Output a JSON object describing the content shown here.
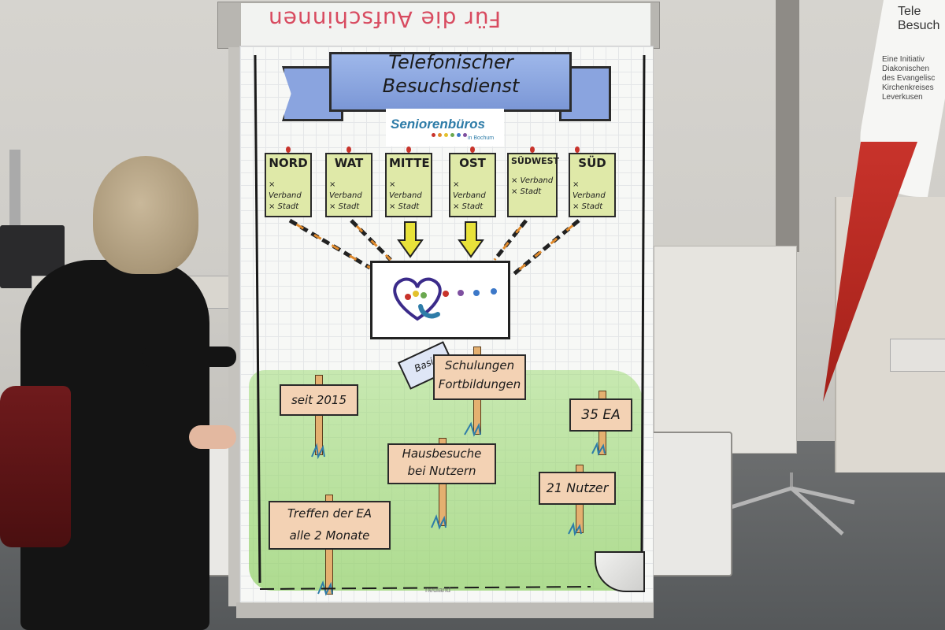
{
  "background": {
    "banner": {
      "title_lines": [
        "Tele",
        "Besuch"
      ],
      "subtitle_lines": [
        "Eine Initiativ",
        "Diakonischen",
        "des Evangelisc",
        "Kirchenkreises",
        "Leverkusen"
      ]
    }
  },
  "flipchart": {
    "top_sheet_text": "Für die Aufschinnen",
    "title_line1": "Telefonischer",
    "title_line2": "Besuchsdienst",
    "logo": {
      "name": "Seniorenbüros",
      "subtitle": "in Bochum",
      "dot_colors": [
        "#c8332b",
        "#e08a2c",
        "#e3c12c",
        "#6aa84f",
        "#3c78c8",
        "#7e4fa0"
      ]
    },
    "regions": [
      {
        "name": "NORD",
        "line1": "× Verband",
        "line2": "× Stadt"
      },
      {
        "name": "WAT",
        "line1": "× Verband",
        "line2": "× Stadt"
      },
      {
        "name": "MITTE",
        "line1": "× Verband",
        "line2": "× Stadt"
      },
      {
        "name": "OST",
        "line1": "× Verband",
        "line2": "× Stadt"
      },
      {
        "name": "SÜDWEST",
        "line1": "× Verband",
        "line2": "× Stadt"
      },
      {
        "name": "SÜD",
        "line1": "× Verband",
        "line2": "× Stadt"
      }
    ],
    "basis_label": "Basis",
    "signs": {
      "schulungen_line1": "Schulungen",
      "schulungen_line2": "Fortbildungen",
      "seit": "seit 2015",
      "ea35": "35 EA",
      "hausbesuche_line1": "Hausbesuche",
      "hausbesuche_line2": "bei Nutzern",
      "nutzer": "21 Nutzer",
      "treffen_line1": "Treffen der EA",
      "treffen_line2": "alle 2 Monate"
    },
    "footer_brand": "neuland",
    "colors": {
      "region_fill": "#dfe9a8",
      "sign_fill": "#f3d2b4",
      "ribbon": "#8aa4df",
      "arrow": "#e8e23a",
      "grass": "#a8dc7c"
    }
  }
}
